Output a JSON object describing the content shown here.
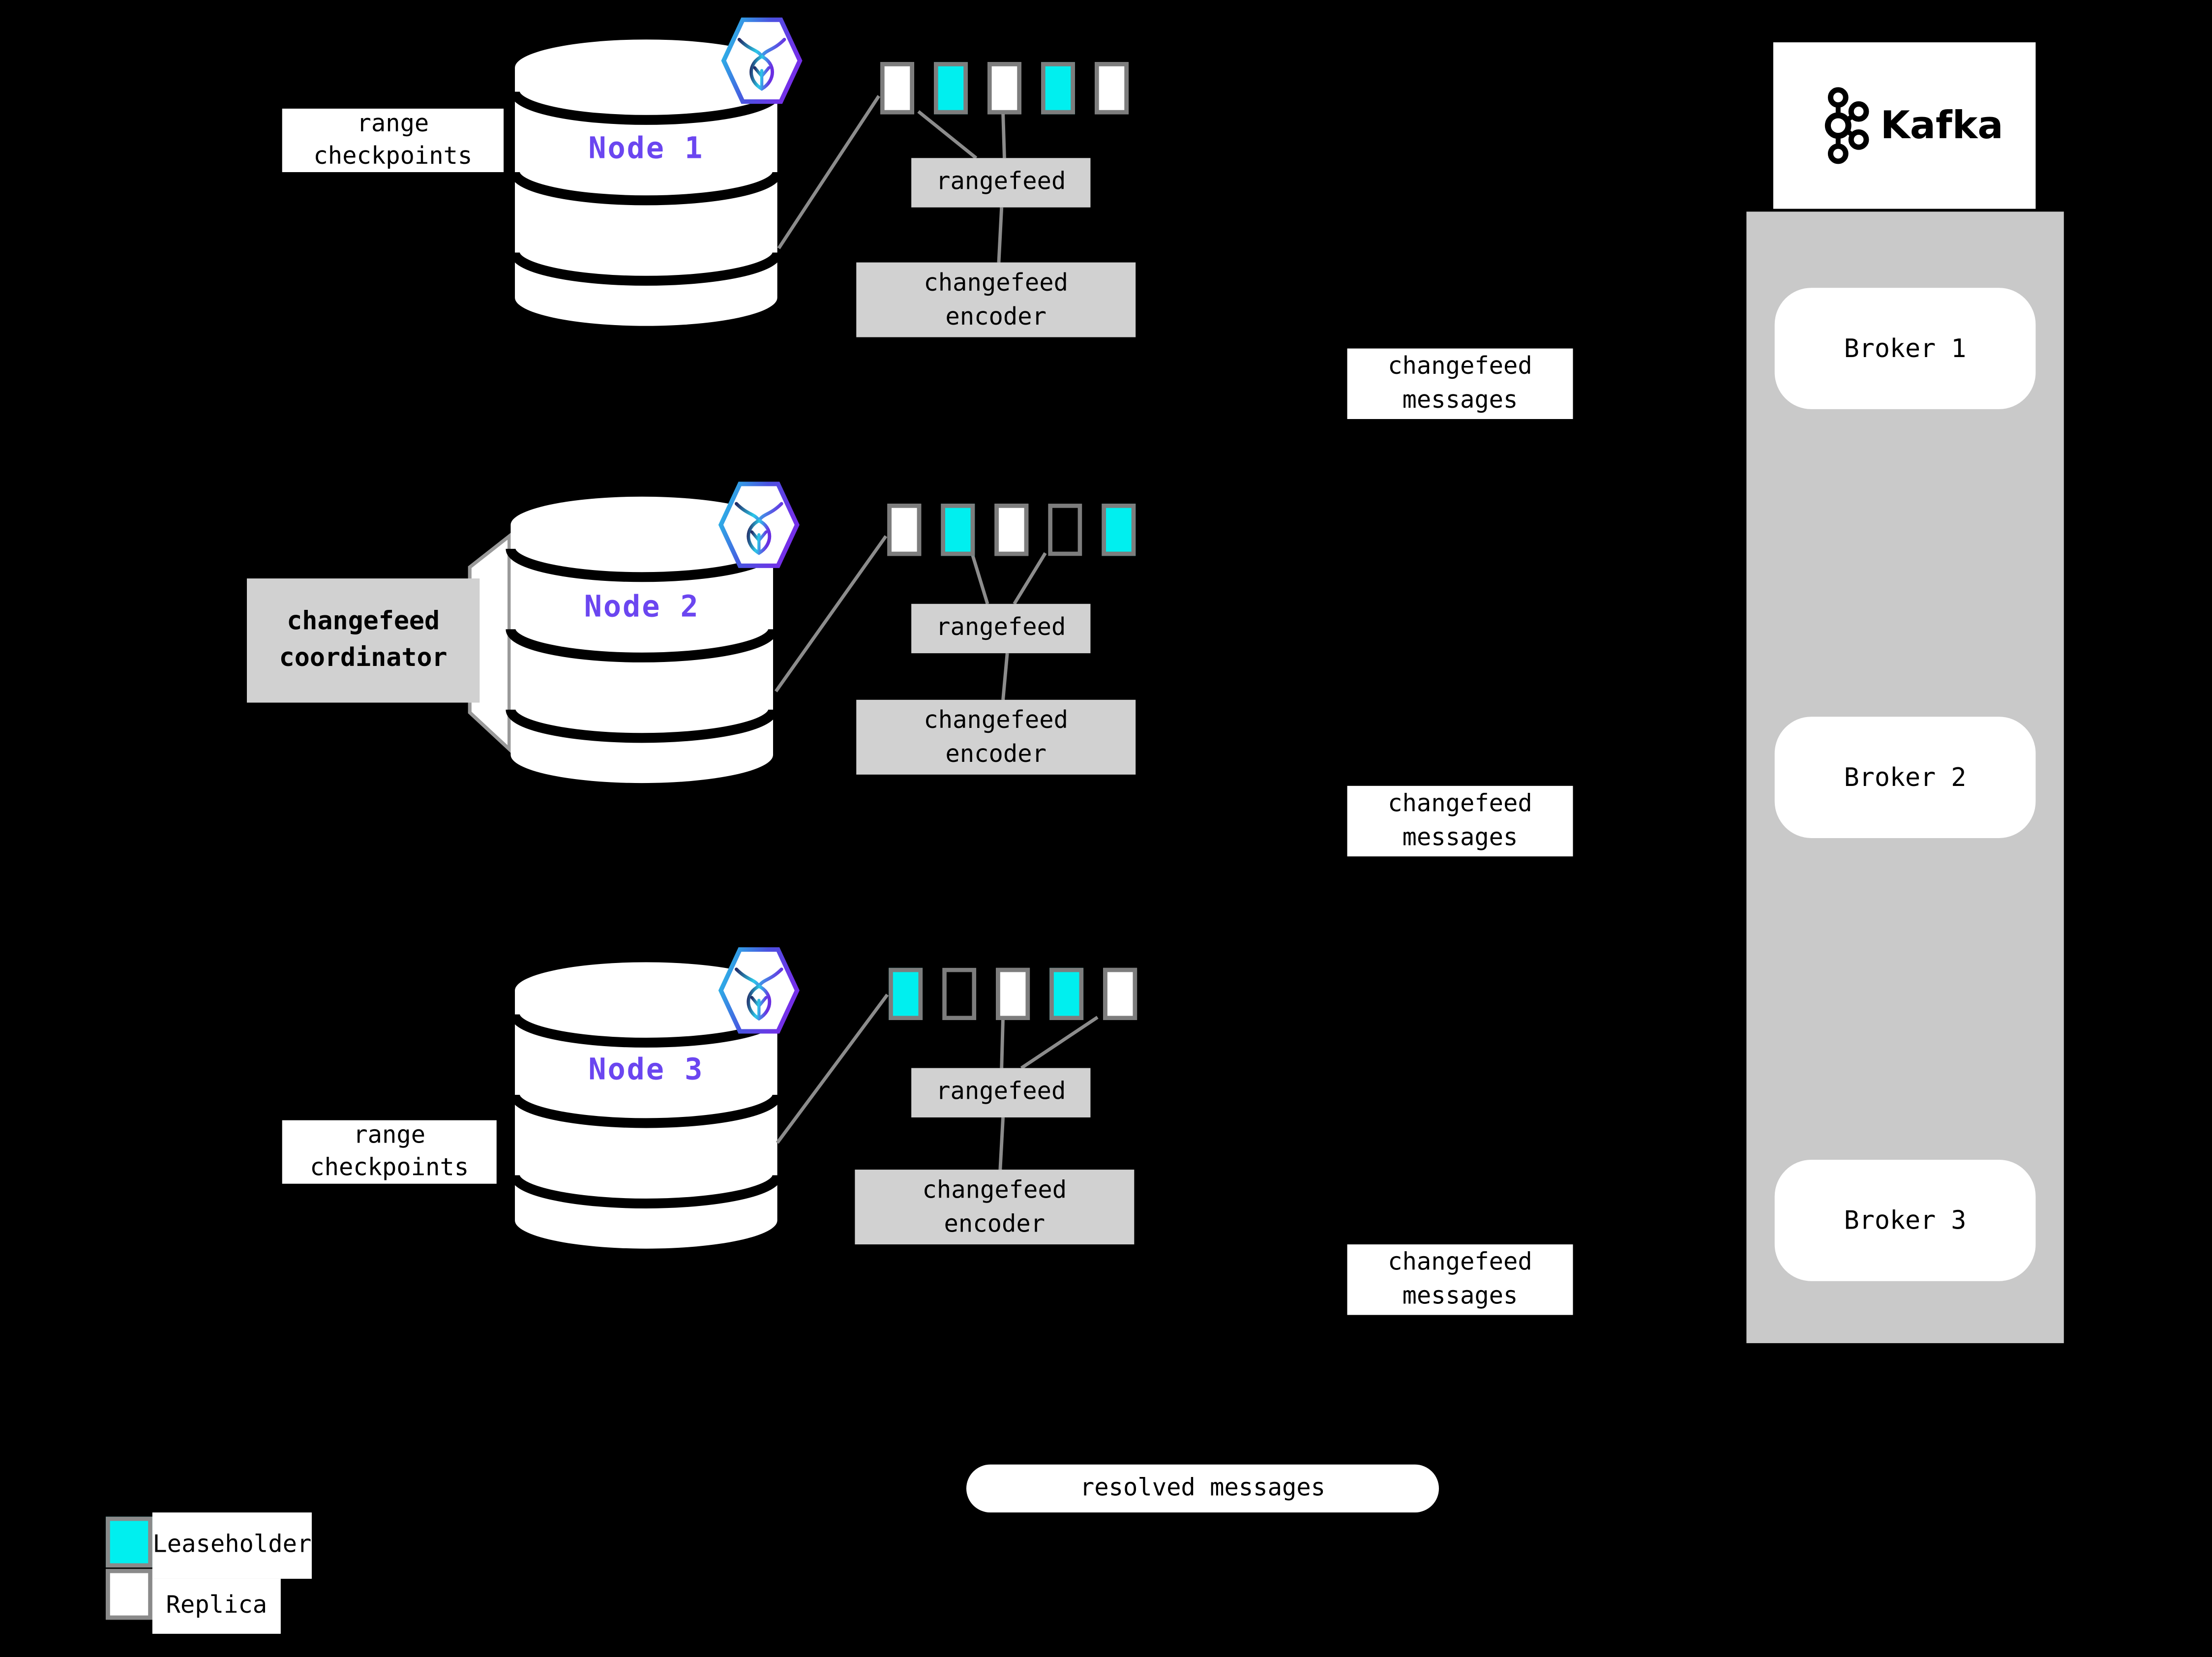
{
  "labels": {
    "range_checkpoints": "range\ncheckpoints",
    "rangefeed": "rangefeed",
    "changefeed_encoder": "changefeed\nencoder",
    "changefeed_messages": "changefeed\nmessages",
    "changefeed_coordinator": "changefeed\ncoordinator",
    "resolved_messages": "resolved messages"
  },
  "nodes": [
    {
      "name": "Node 1",
      "ranges": [
        "replica",
        "leaseholder",
        "replica",
        "leaseholder",
        "replica"
      ]
    },
    {
      "name": "Node 2",
      "ranges": [
        "replica",
        "leaseholder",
        "replica",
        "empty",
        "leaseholder"
      ]
    },
    {
      "name": "Node 3",
      "ranges": [
        "leaseholder",
        "empty",
        "replica",
        "leaseholder",
        "replica"
      ]
    }
  ],
  "kafka": {
    "title": "Kafka",
    "brokers": [
      "Broker 1",
      "Broker 2",
      "Broker 3"
    ]
  },
  "legend": {
    "items": [
      {
        "label": "Leaseholder",
        "type": "leaseholder",
        "color": "#00EFEF"
      },
      {
        "label": "Replica",
        "type": "replica",
        "color": "#FFFFFF"
      }
    ]
  },
  "colors": {
    "background": "#000000",
    "leaseholder": "#00EFEF",
    "replica": "#FFFFFF",
    "node_label_purple": "#6B46F0",
    "label_box_gray": "#D1D1D1",
    "kafka_panel_gray": "#C9C9C9",
    "connector_gray": "#8C8C8C"
  }
}
